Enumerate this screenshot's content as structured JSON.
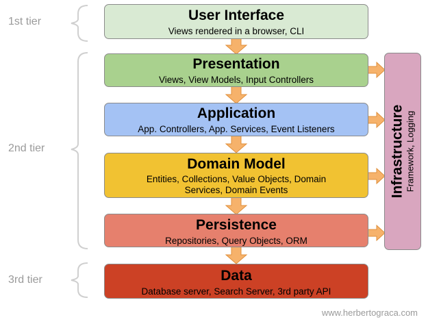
{
  "tiers": [
    {
      "label": "1st tier"
    },
    {
      "label": "2nd tier"
    },
    {
      "label": "3rd tier"
    }
  ],
  "layers": [
    {
      "title": "User Interface",
      "subtitle": "Views rendered in a browser, CLI",
      "color": "#d9ead3"
    },
    {
      "title": "Presentation",
      "subtitle": "Views, View Models, Input Controllers",
      "color": "#a9d18e"
    },
    {
      "title": "Application",
      "subtitle": "App. Controllers, App. Services, Event Listeners",
      "color": "#a4c2f4"
    },
    {
      "title": "Domain Model",
      "subtitle": "Entities, Collections, Value Objects, Domain Services, Domain Events",
      "color": "#f1c232"
    },
    {
      "title": "Persistence",
      "subtitle": "Repositories, Query Objects, ORM",
      "color": "#e6806d"
    },
    {
      "title": "Data",
      "subtitle": "Database server, Search Server, 3rd party API",
      "color": "#cc4125"
    }
  ],
  "infrastructure": {
    "title": "Infrastructure",
    "subtitle": "Framework, Logging",
    "color": "#d9a6bf"
  },
  "arrow_color": "#f6b26b",
  "bracket_color": "#cfcfcf",
  "credit": "www.herbertograca.com"
}
